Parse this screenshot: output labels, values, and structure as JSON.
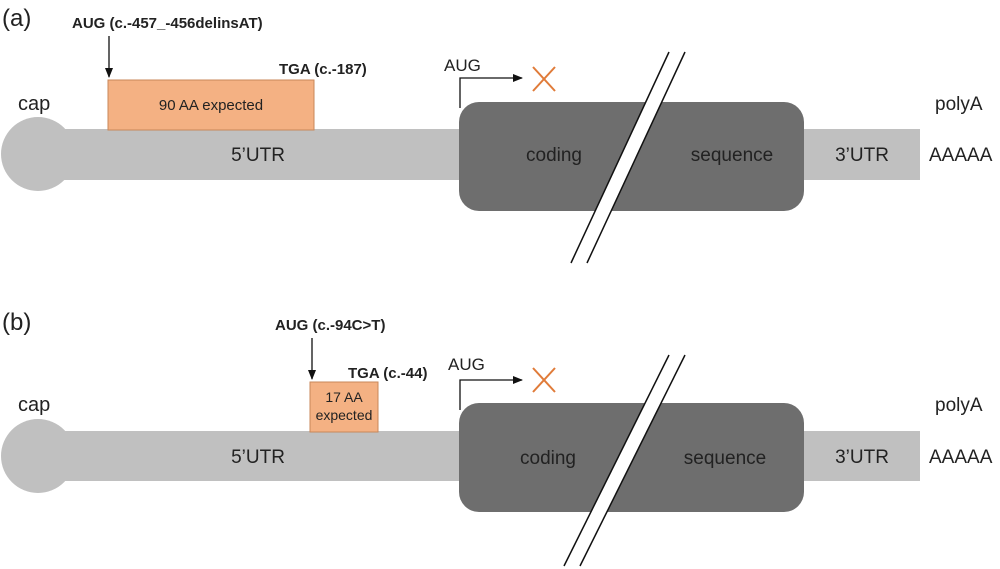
{
  "panels": [
    {
      "panel_label": "(a)",
      "cap_label": "cap",
      "utr5_label": "5’UTR",
      "uorf_start_label": "AUG (c.-457_-456delinsAT)",
      "uorf_stop_label": "TGA (c.-187)",
      "uorf_box_label": "90 AA expected",
      "main_start_label": "AUG",
      "coding_label": "coding",
      "sequence_label": "sequence",
      "utr3_label": "3’UTR",
      "polya_label": "polyA",
      "polya_tail": "AAAAA"
    },
    {
      "panel_label": "(b)",
      "cap_label": "cap",
      "utr5_label": "5’UTR",
      "uorf_start_label": "AUG (c.-94C>T)",
      "uorf_stop_label": "TGA (c.-44)",
      "uorf_box_label_line1": "17 AA",
      "uorf_box_label_line2": "expected",
      "main_start_label": "AUG",
      "coding_label": "coding",
      "sequence_label": "sequence",
      "utr3_label": "3’UTR",
      "polya_label": "polyA",
      "polya_tail": "AAAAA"
    }
  ],
  "colors": {
    "mrna_strand": "#c0c0c0",
    "cds_box": "#6e6e6e",
    "uorf_box": "#f4b183",
    "uorf_border": "#c9875a",
    "blocked_mark": "#e07b39"
  },
  "icons": {
    "blocked_mark": "x-mark",
    "start_arrow": "bent-arrow",
    "pointer": "down-arrow"
  }
}
